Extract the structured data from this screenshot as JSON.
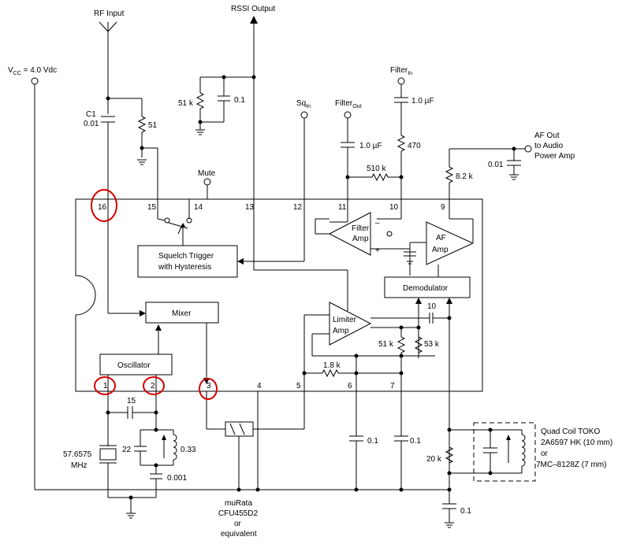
{
  "labels": {
    "rf_input": "RF Input",
    "rssi_output": "RSSI Output",
    "vcc": "V",
    "vcc_sub": "CC",
    "vcc_value": " = 4.0 Vdc",
    "c1": "C1",
    "c1_value": "0.01",
    "r51_top": "51 k",
    "c01_top": "0.1",
    "r51": "51",
    "sq_in": "Sq",
    "sq_in_sub": "In",
    "filter_out": "Filter",
    "filter_out_sub": "Out",
    "filter_in": "Filter",
    "filter_in_sub": "In",
    "c_1uF_a": "1.0 µF",
    "c_1uF_b": "1.0 µF",
    "r470": "470",
    "r510k": "510 k",
    "af_out": "AF Out",
    "to_audio": "to Audio",
    "power_amp": "Power Amp",
    "c001": "0.01",
    "r82k": "8.2 k",
    "mute": "Mute",
    "pin16": "16",
    "pin15": "15",
    "pin14": "14",
    "pin13": "13",
    "pin12": "12",
    "pin11": "11",
    "pin10": "10",
    "pin9": "9",
    "pin1": "1",
    "pin2": "2",
    "pin3": "3",
    "pin4": "4",
    "pin5": "5",
    "pin6": "6",
    "pin7": "7",
    "squelch_line1": "Squelch Trigger",
    "squelch_line2": "with Hysteresis",
    "filter_amp_1": "Filter",
    "filter_amp_2": "Amp",
    "af_amp_1": "AF",
    "af_amp_2": "Amp",
    "minus": "–",
    "plus": "+",
    "demodulator": "Demodulator",
    "mixer": "Mixer",
    "oscillator": "Oscillator",
    "limiter_1": "Limiter",
    "limiter_2": "Amp",
    "c10": "10",
    "r51k_b": "51 k",
    "r53k": "53 k",
    "r18k": "1.8 k",
    "c15": "15",
    "c22": "22",
    "l033": "0.33",
    "c0001": "0.001",
    "xtal_1": "57.6575",
    "xtal_2": "MHz",
    "c01_p6": "0.1",
    "c01_p7": "0.1",
    "r20k": "20 k",
    "c01_bot": "0.1",
    "murata_1": "muRata",
    "murata_2": "CFU455D2",
    "murata_3": "or",
    "murata_4": "equivalent",
    "quad_1": "Quad Coil TOKO",
    "quad_2": "2A6597 HK (10 mm)",
    "quad_3": "or",
    "quad_4": "7MC–8128Z (7 mm)"
  },
  "annotations": {
    "highlight_color": "#d40000",
    "highlighted_pins": [
      "16",
      "1",
      "2",
      "3"
    ]
  }
}
